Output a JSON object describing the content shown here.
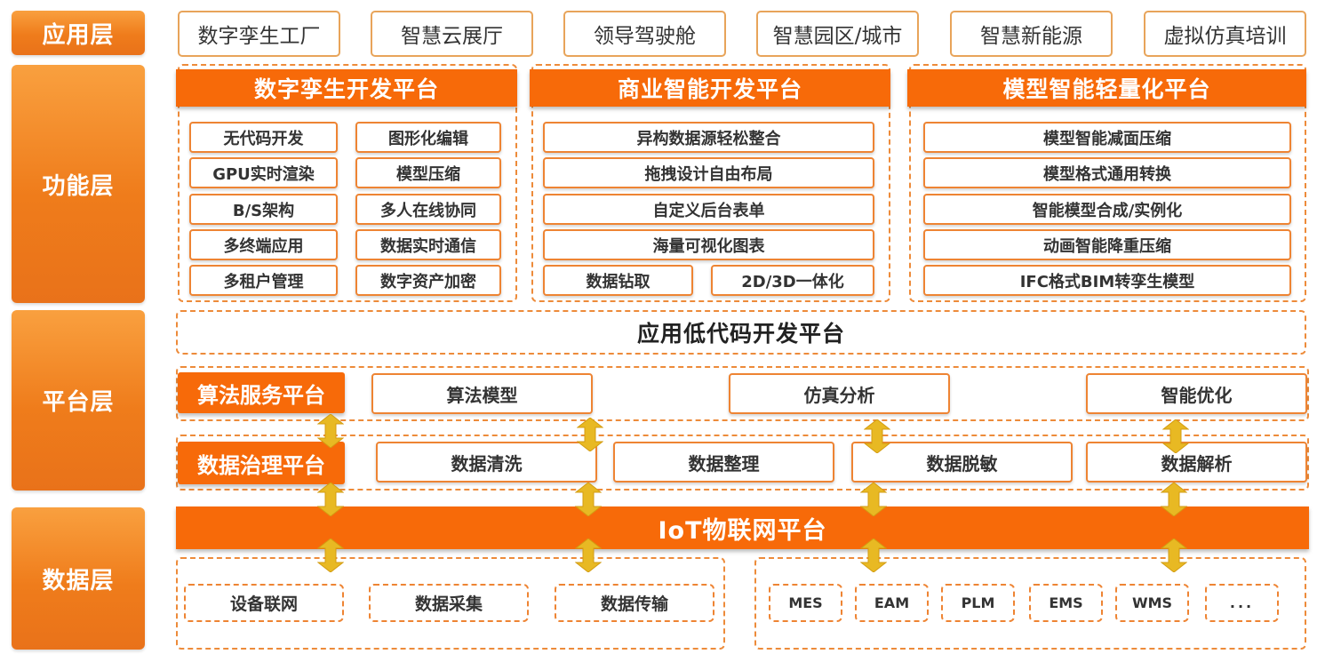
{
  "layers": {
    "app": "应用层",
    "function": "功能层",
    "platform": "平台层",
    "data": "数据层"
  },
  "applications": [
    "数字孪生工厂",
    "智慧云展厅",
    "领导驾驶舱",
    "智慧园区/城市",
    "智慧新能源",
    "虚拟仿真培训"
  ],
  "function_layer": {
    "twin": {
      "title": "数字孪生开发平台",
      "items": [
        "无代码开发",
        "图形化编辑",
        "GPU实时渲染",
        "模型压缩",
        "B/S架构",
        "多人在线协同",
        "多终端应用",
        "数据实时通信",
        "多租户管理",
        "数字资产加密"
      ]
    },
    "bi": {
      "title": "商业智能开发平台",
      "items": [
        "异构数据源轻松整合",
        "拖拽设计自由布局",
        "自定义后台表单",
        "海量可视化图表"
      ],
      "bottom_items": [
        "数据钻取",
        "2D/3D一体化"
      ]
    },
    "model": {
      "title": "模型智能轻量化平台",
      "items": [
        "模型智能减面压缩",
        "模型格式通用转换",
        "智能模型合成/实例化",
        "动画智能降重压缩",
        "IFC格式BIM转孪生模型"
      ]
    }
  },
  "platform_layer": {
    "lowcode": "应用低代码开发平台",
    "algorithm": {
      "title": "算法服务平台",
      "items": [
        "算法模型",
        "仿真分析",
        "智能优化"
      ]
    },
    "governance": {
      "title": "数据治理平台",
      "items": [
        "数据清洗",
        "数据整理",
        "数据脱敏",
        "数据解析"
      ]
    }
  },
  "data_layer": {
    "iot": "IoT物联网平台",
    "left_items": [
      "设备联网",
      "数据采集",
      "数据传输"
    ],
    "right_items": [
      "MES",
      "EAM",
      "PLM",
      "EMS",
      "WMS",
      "..."
    ]
  },
  "colors": {
    "layer_gradient_top": "#f9a03f",
    "layer_gradient_bottom": "#e9721a",
    "header_orange": "#f76a09",
    "border_orange": "#ee8433",
    "arrow_gold": "#e8b923"
  }
}
